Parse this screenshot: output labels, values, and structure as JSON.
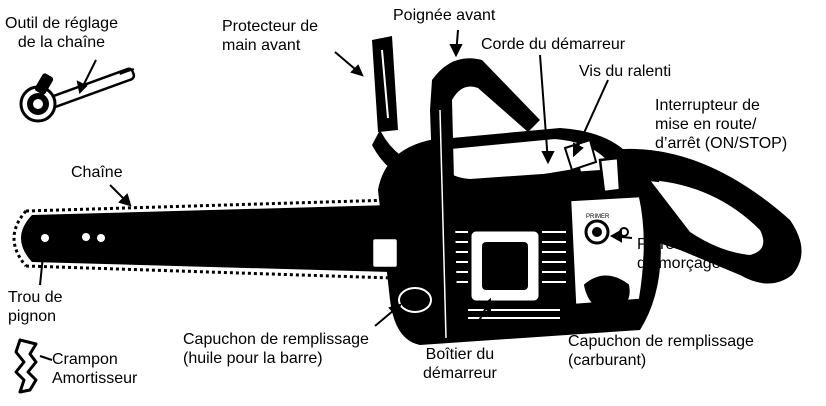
{
  "labels": {
    "chain_tool": [
      "Outil de réglage",
      "de la chaîne"
    ],
    "front_hand_guard": [
      "Protecteur de",
      "main avant"
    ],
    "front_handle": [
      "Poignée avant"
    ],
    "starter_rope": [
      "Corde du démarreur"
    ],
    "idle_screw": [
      "Vis du ralenti"
    ],
    "on_stop_switch": [
      "Interrupteur de",
      "mise en route/",
      "d’arrêt (ON/STOP)"
    ],
    "chain": [
      "Chaîne"
    ],
    "primer_bulb": [
      "Poire",
      "d’amorçage"
    ],
    "sprocket_hole": [
      "Trou de",
      "pignon"
    ],
    "oil_cap": [
      "Capuchon de remplissage",
      "(huile pour la barre)"
    ],
    "starter_housing": [
      "Boîtier du",
      "démarreur"
    ],
    "fuel_cap": [
      "Capuchon de remplissage",
      "(carburant)"
    ],
    "spike_bumper": [
      "Crampon",
      "Amortisseur"
    ]
  },
  "decals": {
    "primer": "PRIMER"
  },
  "colors": {
    "ink": "#000000",
    "paper": "#ffffff"
  }
}
